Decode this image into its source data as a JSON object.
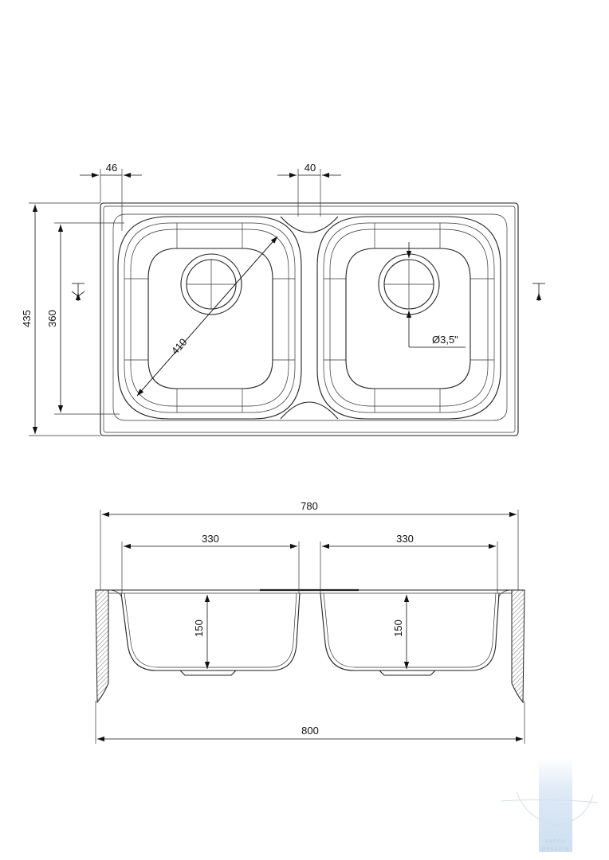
{
  "colors": {
    "line": "#222222",
    "text": "#111111",
    "watermark": "#cfe0f0"
  },
  "top_view": {
    "dim_edge_offset": "46",
    "dim_divider": "40",
    "dim_total_depth": "435",
    "dim_bowl_depth": "360",
    "dim_diagonal": "410",
    "dim_drain": "Ø3,5\""
  },
  "front_view": {
    "dim_top_width": "780",
    "dim_bowl_left_width": "330",
    "dim_bowl_right_width": "330",
    "dim_bowl_left_depth": "150",
    "dim_bowl_right_depth": "150",
    "dim_total_width": "800"
  },
  "watermark": {
    "text_line1": "vannu",
    "text_line2": "pasaule"
  }
}
